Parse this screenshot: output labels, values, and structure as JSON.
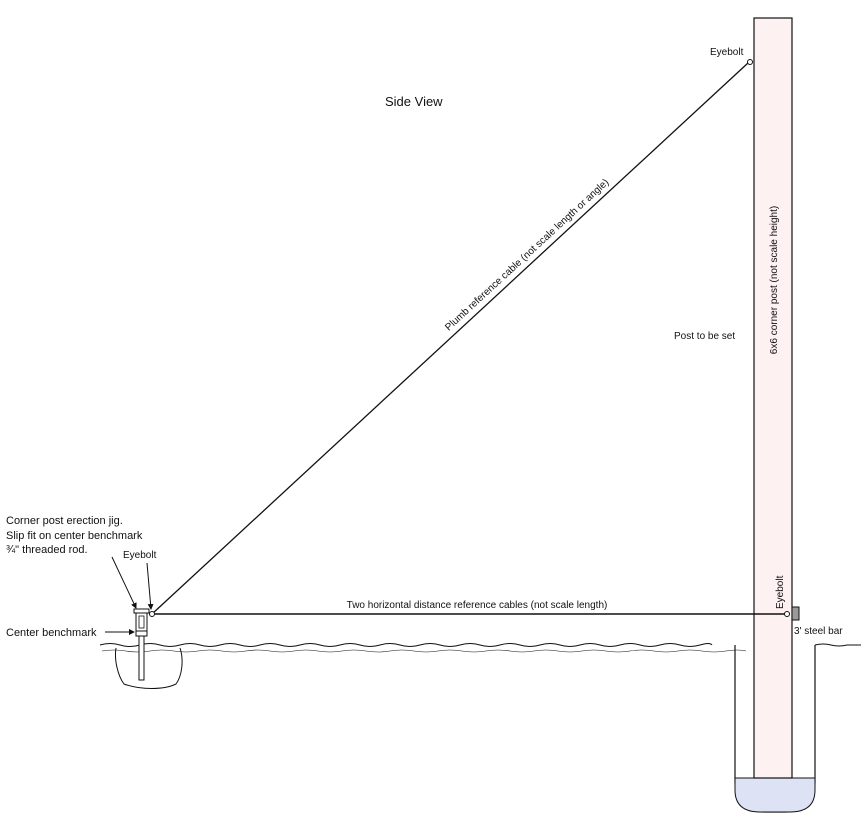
{
  "diagram": {
    "title": "Side View",
    "labels": {
      "jig_line1": "Corner post erection jig.",
      "jig_line2": "Slip fit on center benchmark",
      "jig_line3": "¾\" threaded rod.",
      "eyebolt_top": "Eyebolt",
      "eyebolt_jig": "Eyebolt",
      "eyebolt_post": "Eyebolt",
      "center_benchmark": "Center benchmark",
      "plumb_cable": "Plumb reference cable (not scale length or angle)",
      "horizontal_cables": "Two horizontal distance reference cables (not scale length)",
      "post_to_be_set": "Post to be set",
      "corner_post": "6x6 corner post (not scale height)",
      "steel_bar": "3' steel bar"
    },
    "colors": {
      "line": "#111111",
      "post_fill": "#fdf1f1",
      "concrete_fill": "#dde3f4",
      "steel_bar_fill": "#9a9a9a"
    }
  }
}
